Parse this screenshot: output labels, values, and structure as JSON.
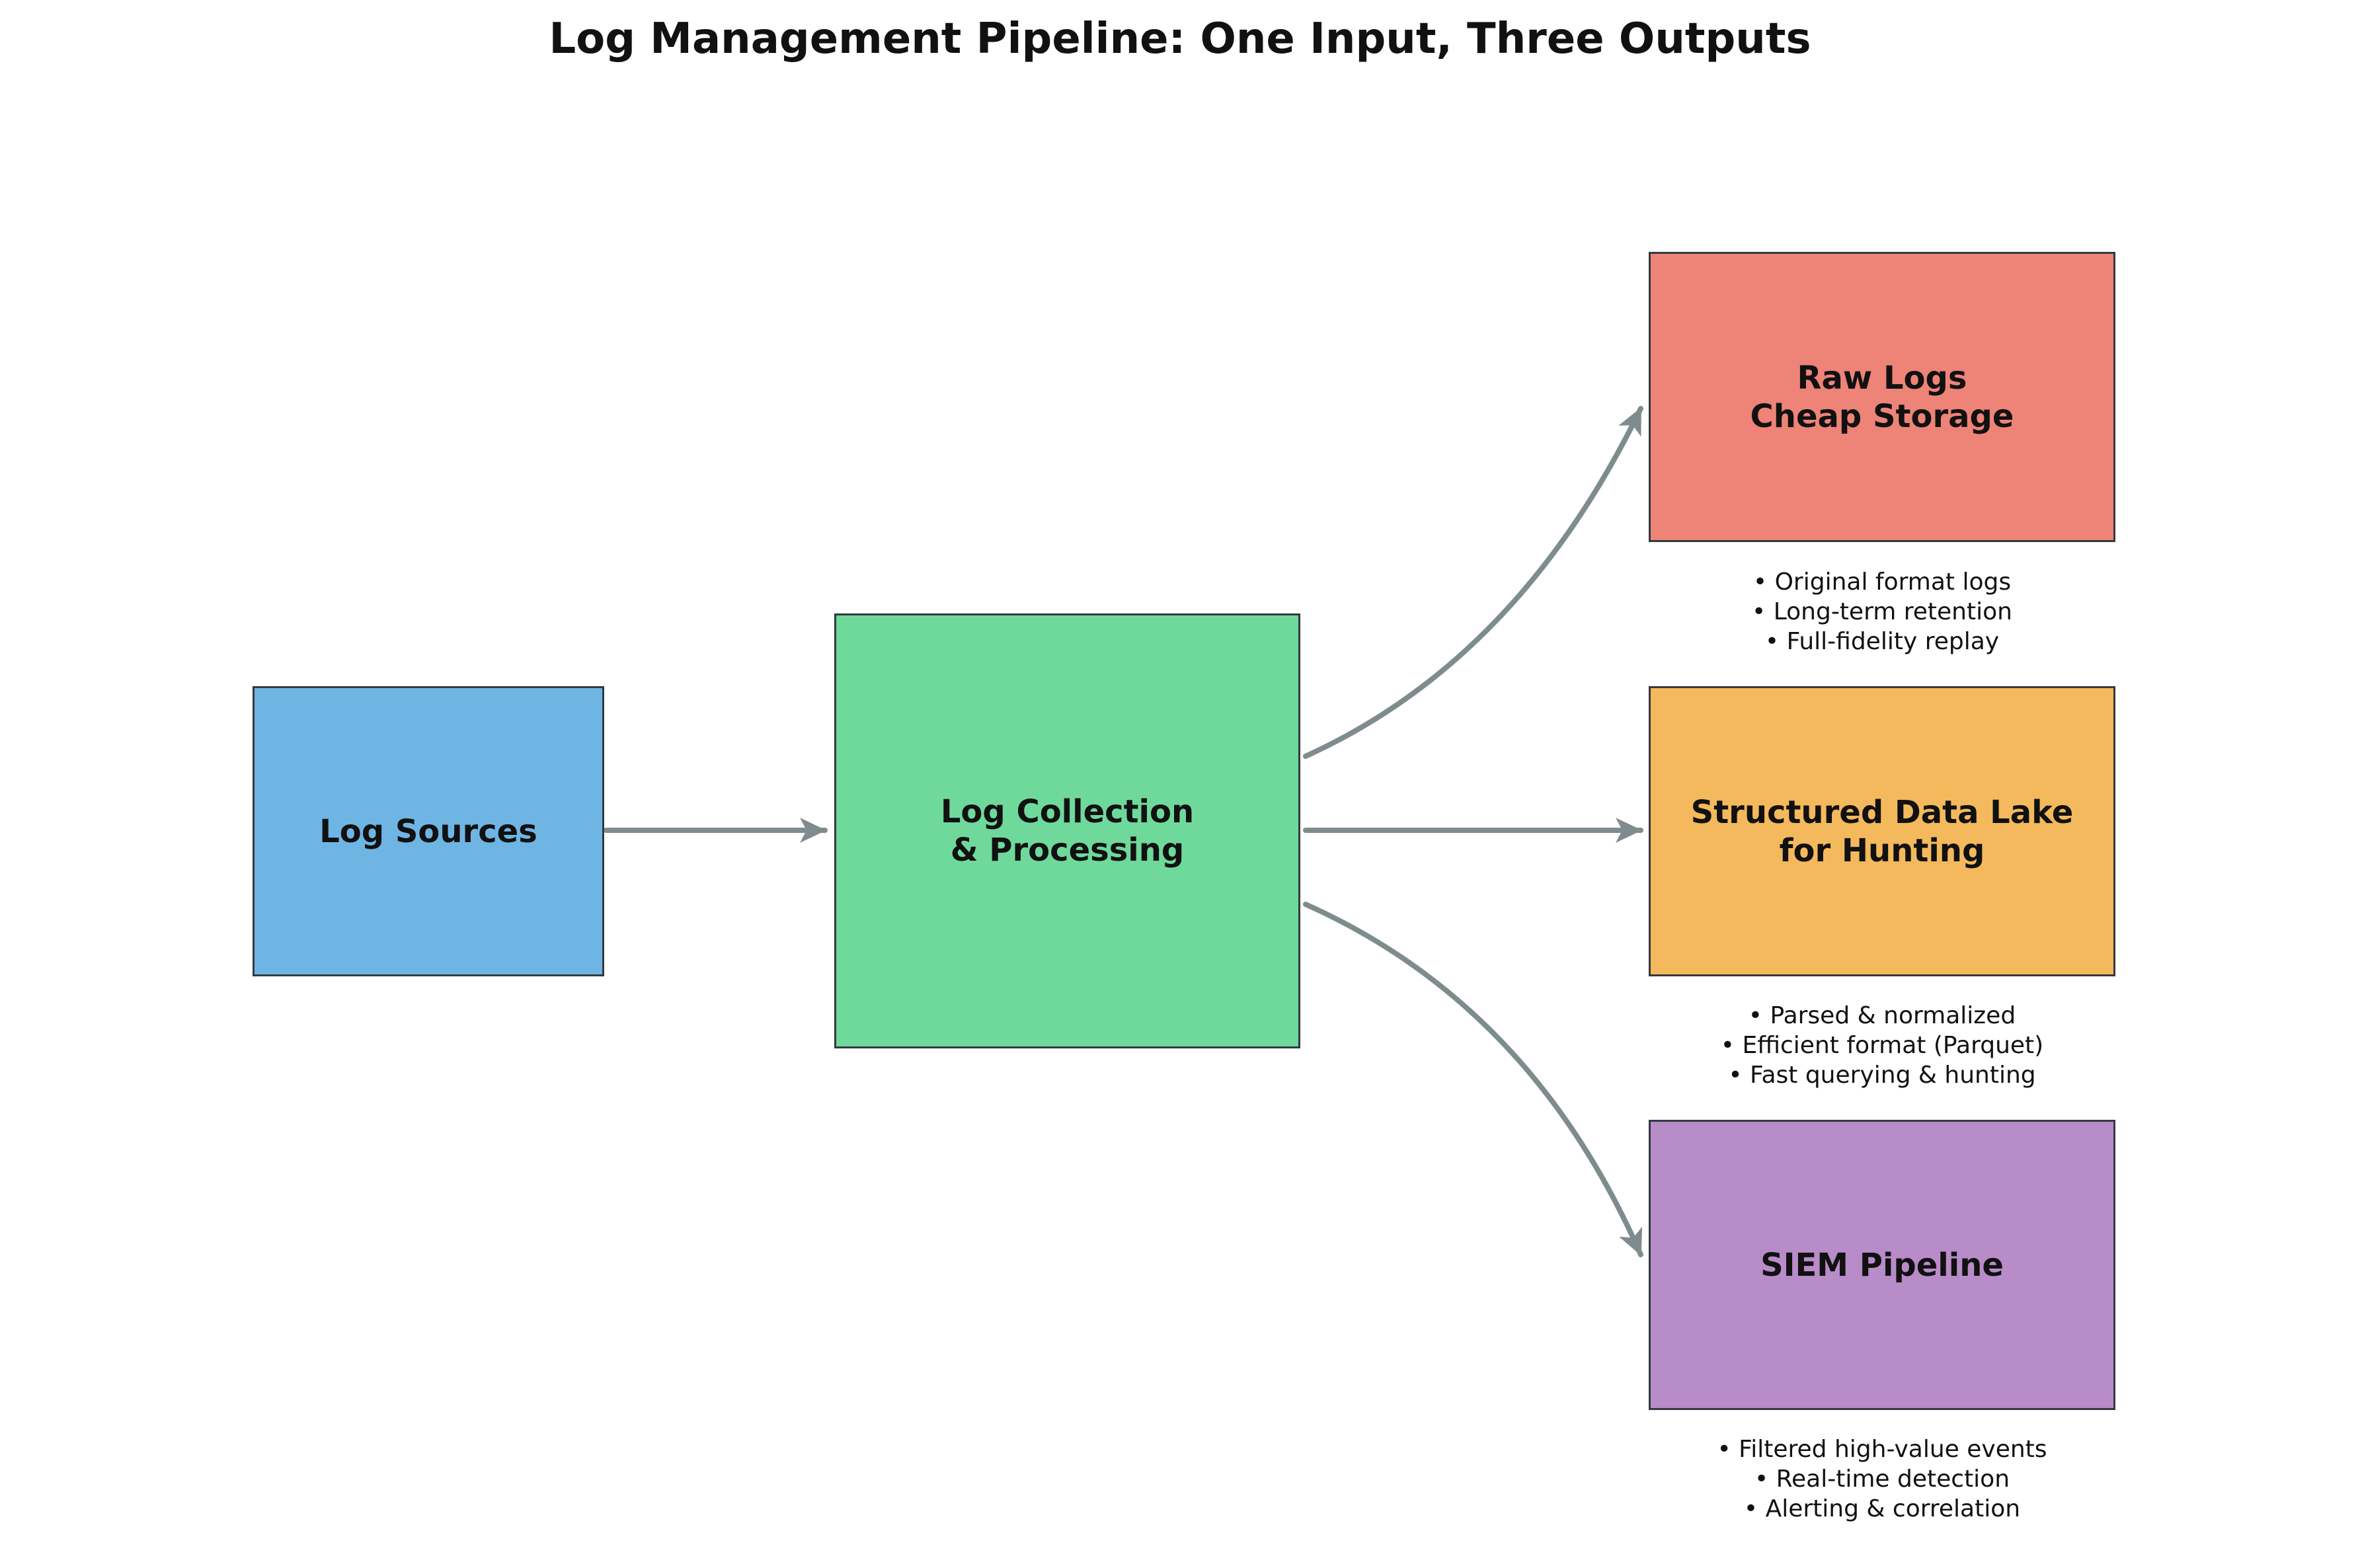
{
  "title": "Log Management Pipeline: One Input, Three Outputs",
  "colors": {
    "sources": "#6fb5e3",
    "processing": "#6fd99b",
    "raw": "#ee8377",
    "lake": "#f4b95c",
    "siem": "#b88bc9",
    "arrow": "#7f8c8d",
    "border": "#333940"
  },
  "nodes": {
    "sources": {
      "label": "Log Sources"
    },
    "processing": {
      "label": "Log Collection\n& Processing"
    },
    "raw": {
      "label": "Raw Logs\nCheap Storage",
      "notes": [
        "• Original format logs",
        "• Long-term retention",
        "• Full-fidelity replay"
      ]
    },
    "lake": {
      "label": "Structured Data Lake\nfor Hunting",
      "notes": [
        "• Parsed & normalized",
        "• Efficient format (Parquet)",
        "• Fast querying & hunting"
      ]
    },
    "siem": {
      "label": "SIEM Pipeline",
      "notes": [
        "• Filtered high-value events",
        "• Real-time detection",
        "• Alerting & correlation"
      ]
    }
  }
}
